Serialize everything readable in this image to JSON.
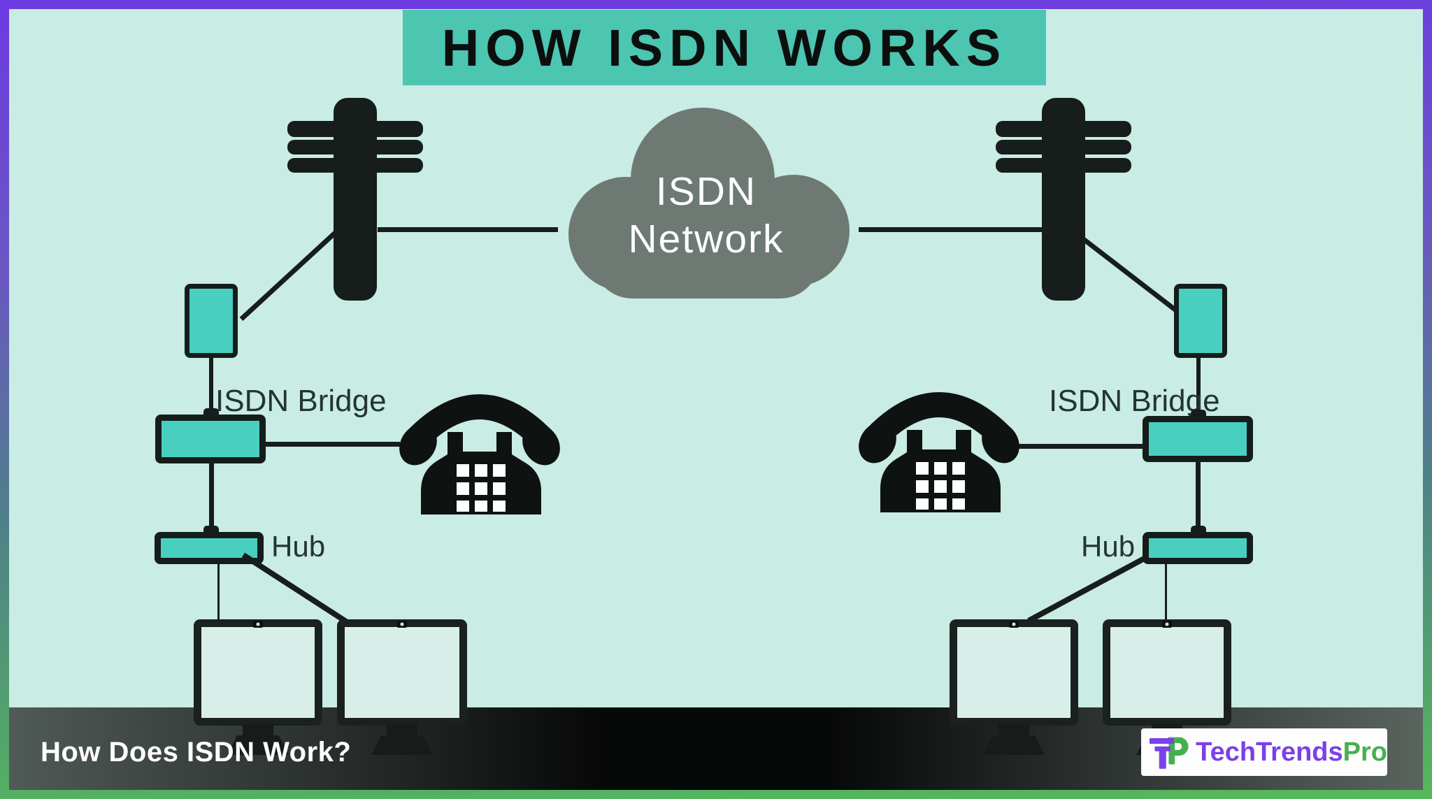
{
  "title_banner": {
    "text": "HOW ISDN WORKS"
  },
  "cloud": {
    "line1": "ISDN",
    "line2": "Network"
  },
  "nodes": {
    "left_bridge_label": "ISDN Bridge",
    "right_bridge_label": "ISDN Bridge",
    "left_hub_label": "Hub",
    "right_hub_label": "Hub"
  },
  "footer": {
    "caption": "How Does ISDN Work?"
  },
  "logo": {
    "brand": "TechTrends",
    "suffix": "Pro"
  },
  "colors": {
    "bg_mint": "#c9ece4",
    "banner_teal": "#4cc5b1",
    "box_teal": "#49cfc0",
    "cloud_gray": "#6e7974",
    "line_black": "#161d1b",
    "border_purple": "#6c3ae2",
    "border_green": "#55b85b",
    "logo_purple": "#7b40e8",
    "logo_green": "#45b14e"
  }
}
